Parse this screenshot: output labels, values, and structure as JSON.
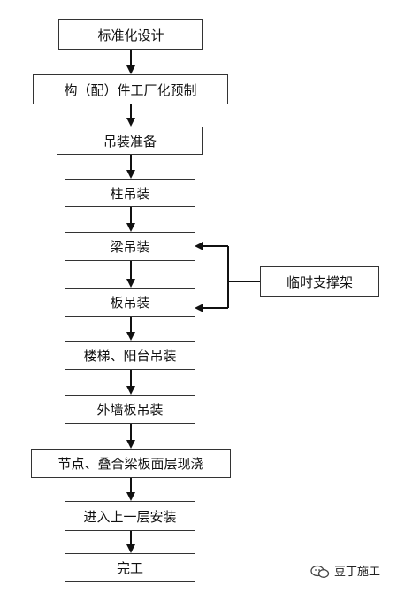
{
  "flow": {
    "steps": [
      "标准化设计",
      "构（配）件工厂化预制",
      "吊装准备",
      "柱吊装",
      "梁吊装",
      "板吊装",
      "楼梯、阳台吊装",
      "外墙板吊装",
      "节点、叠合梁板面层现浇",
      "进入上一层安装",
      "完工"
    ],
    "side_node": "临时支撑架"
  },
  "watermark": {
    "icon": "wechat-icon",
    "label": "豆丁施工"
  }
}
